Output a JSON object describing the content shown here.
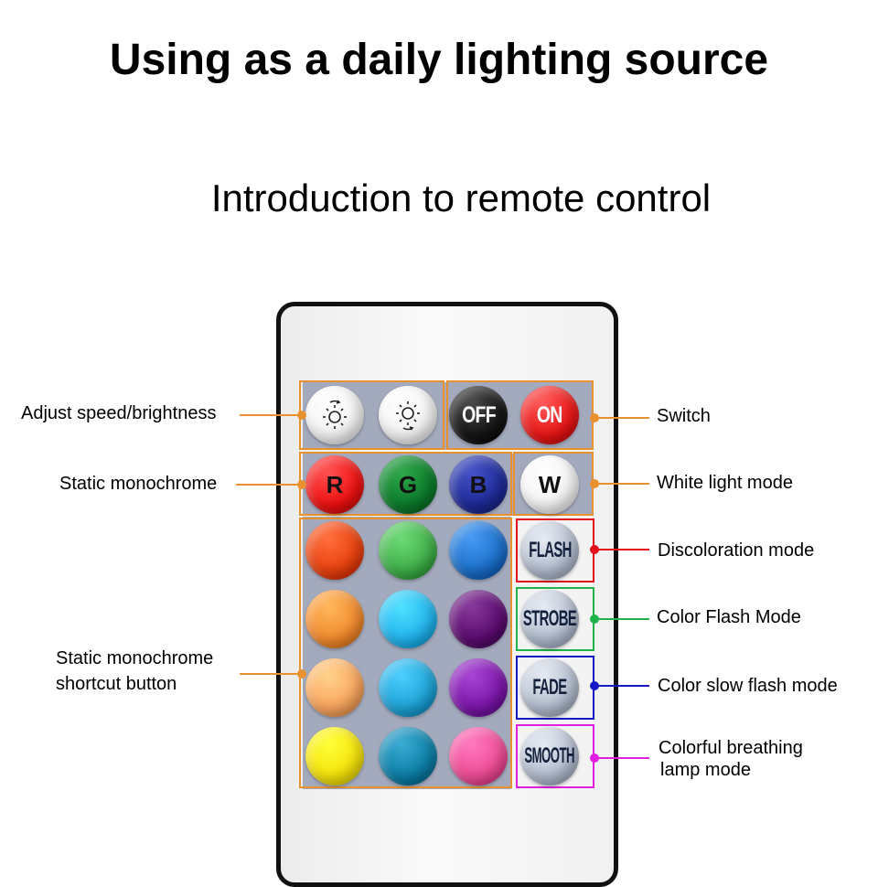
{
  "main_title": "Using as a daily lighting source",
  "subtitle": "Introduction to remote control",
  "buttons": {
    "off": "OFF",
    "on": "ON",
    "r": "R",
    "g": "G",
    "b": "B",
    "w": "W",
    "flash": "FLASH",
    "strobe": "STROBE",
    "fade": "FADE",
    "smooth": "SMOOTH"
  },
  "labels": {
    "adjust": "Adjust speed/brightness",
    "static_mono": "Static monochrome",
    "shortcut_line1": "Static monochrome",
    "shortcut_line2": "shortcut button",
    "switch": "Switch",
    "white_mode": "White light mode",
    "discoloration": "Discoloration mode",
    "color_flash": "Color Flash Mode",
    "color_slow": "Color slow flash mode",
    "breathing_line1": "Colorful breathing",
    "breathing_line2": "lamp mode"
  },
  "icons": {
    "brightness_down": "brightness-down-icon",
    "brightness_up": "brightness-up-icon"
  },
  "colors": {
    "orange_callout": "#e8912e",
    "red_callout": "#e3101b",
    "green_callout": "#20b34a",
    "blue_callout": "#1717c8",
    "magenta_callout": "#e21ee0",
    "panel": "#a3aabd",
    "color_grid": [
      "#e8410e",
      "#3fae49",
      "#1a6ec8",
      "#f28a2e",
      "#22b4ee",
      "#5a0b6e",
      "#f9a55e",
      "#1ea2d6",
      "#7b16a8",
      "#f4e20a",
      "#0b7ea6",
      "#ee4b94"
    ]
  }
}
